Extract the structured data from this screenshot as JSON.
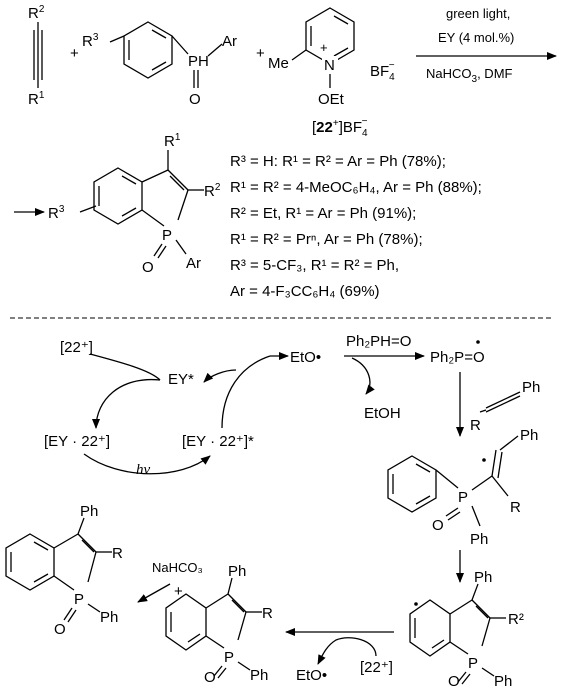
{
  "reagents": {
    "alkyne_r1": "R",
    "alkyne_r1_sup": "1",
    "alkyne_r2": "R",
    "alkyne_r2_sup": "2",
    "phosphine_r3": "R",
    "phosphine_r3_sup": "3",
    "phosphine_ph": "PH",
    "phosphine_ar": "Ar",
    "phosphine_o": "O",
    "plus": "+",
    "pyridinium_me": "Me",
    "pyridinium_n": "N",
    "pyridinium_n_charge": "+",
    "pyridinium_oet": "OEt",
    "pyridinium_bf4": "BF",
    "pyridinium_bf4_sub": "4",
    "pyridinium_bf4_sup": "−",
    "reagent_label_bracket_open": "[",
    "reagent_label_num": "22",
    "reagent_label_sup": "+",
    "reagent_label_close": "]BF",
    "reagent_label_sub": "4",
    "reagent_label_sup2": "−"
  },
  "conditions": {
    "line1": "green light,",
    "line2": "EY (4 mol.%)",
    "line3": "NaHCO",
    "line3_sub": "3",
    "line3_tail": ", DMF"
  },
  "product": {
    "r1": "R",
    "r1_sup": "1",
    "r2": "R",
    "r2_sup": "2",
    "r3": "R",
    "r3_sup": "3",
    "p": "P",
    "o": "O",
    "ar": "Ar"
  },
  "yields": [
    "R³ = H: R¹ = R² = Ar = Ph (78%);",
    "R¹ = R² = 4-MeOC₆H₄, Ar = Ph (88%);",
    "R² = Et, R¹ = Ar = Ph (91%);",
    "R¹ = R² = Prⁿ, Ar = Ph (78%);",
    "R³ = 5-CF₃, R¹ = R² = Ph,",
    "Ar = 4-F₃CC₆H₄ (69%)"
  ],
  "mechanism": {
    "reagent_22": "[22⁺]",
    "ey_star": "EY*",
    "ey_22": "[EY · 22⁺]",
    "ey_22_star": "[EY · 22⁺]*",
    "hv": "hν",
    "eto_radical": "EtO•",
    "ph2ph_o": "Ph₂PH=O",
    "etoh": "EtOH",
    "ph2p_radical": "Ph₂P",
    "p_o": "=O",
    "alkyne_ph": "Ph",
    "alkyne_r": "R",
    "vinyl_ph": "Ph",
    "vinyl_r": "R",
    "vinyl_p": "P",
    "vinyl_o": "O",
    "vinyl_p_ph": "Ph",
    "cyclized_ph": "Ph",
    "cyclized_r2": "R²",
    "cyclized_p": "P",
    "cyclized_o": "O",
    "cyclized_p_ph": "Ph",
    "bottom_22": "[22⁺]",
    "bottom_eto": "EtO•",
    "cation_plus": "+",
    "cation_ph": "Ph",
    "cation_r": "R",
    "cation_p": "P",
    "cation_o": "O",
    "cation_p_ph": "Ph",
    "nahco3": "NaHCO₃",
    "final_ph": "Ph",
    "final_r": "R",
    "final_p": "P",
    "final_o": "O",
    "final_p_ph": "Ph"
  }
}
